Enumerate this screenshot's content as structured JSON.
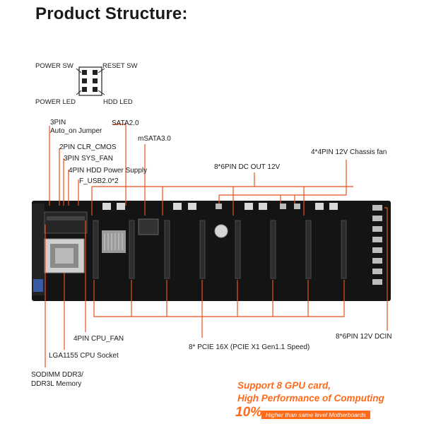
{
  "title": "Product Structure:",
  "header": {
    "power_sw": "POWER SW",
    "reset_sw": "RESET SW",
    "power_led": "POWER LED",
    "hdd_led": "HDD  LED"
  },
  "labels": {
    "pin3": "3PIN",
    "auto_on": "Auto_on Jumper",
    "clr_cmos": "2PIN CLR_CMOS",
    "sys_fan": "3PIN SYS_FAN",
    "hdd_power": "4PIN HDD Power Supply",
    "usb": "F_USB2.0*2",
    "sata": "SATA2.0",
    "msata": "mSATA3.0",
    "dc_out": "8*6PIN DC OUT 12V",
    "chassis_fan": "4*4PIN 12V Chassis fan",
    "cpu_fan": "4PIN CPU_FAN",
    "pcie": "8* PCIE 16X (PCIE X1 Gen1.1 Speed)",
    "dcin": "8*6PIN 12V DCIN",
    "cpu_socket": "LGA1155 CPU Socket",
    "sodimm1": "SODIMM DDR3/",
    "sodimm2": "DDR3L Memory"
  },
  "promo": {
    "line1": "Support 8 GPU card,",
    "line2": "High Performance of Computing",
    "percent": "10%",
    "bar": "Higher than same level Motherboards"
  },
  "colors": {
    "accent": "#e8501c",
    "board": "#141414",
    "promo": "#ff6a1a"
  }
}
